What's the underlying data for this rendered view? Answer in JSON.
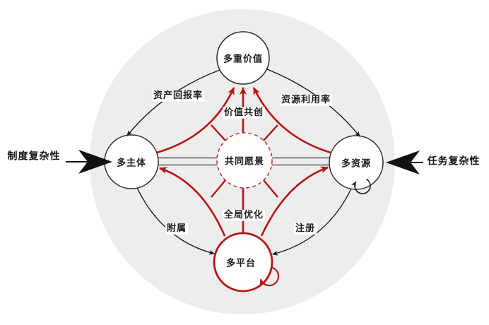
{
  "diagram": {
    "title_hint": "multi-platform value co-creation diagram",
    "nodes": {
      "top": {
        "label": "多重价值"
      },
      "left": {
        "label": "多主体"
      },
      "right": {
        "label": "多资源"
      },
      "bottom": {
        "label": "多平台"
      },
      "center": {
        "label": "共同愿景"
      }
    },
    "edge_labels": {
      "top_left": "资产回报率",
      "top_right": "资源利用率",
      "upper_center": "价值共创",
      "lower_center": "全局优化",
      "bottom_left": "附属",
      "bottom_right": "注册"
    },
    "side_labels": {
      "left": "制度复杂性",
      "right": "任务复杂性"
    },
    "colors": {
      "red_line": "#b71414",
      "dashed_red": "#c63434",
      "black_line": "#1c1c1c",
      "gray_circle": "#ededed",
      "double_line": "#5a5a5a"
    }
  }
}
